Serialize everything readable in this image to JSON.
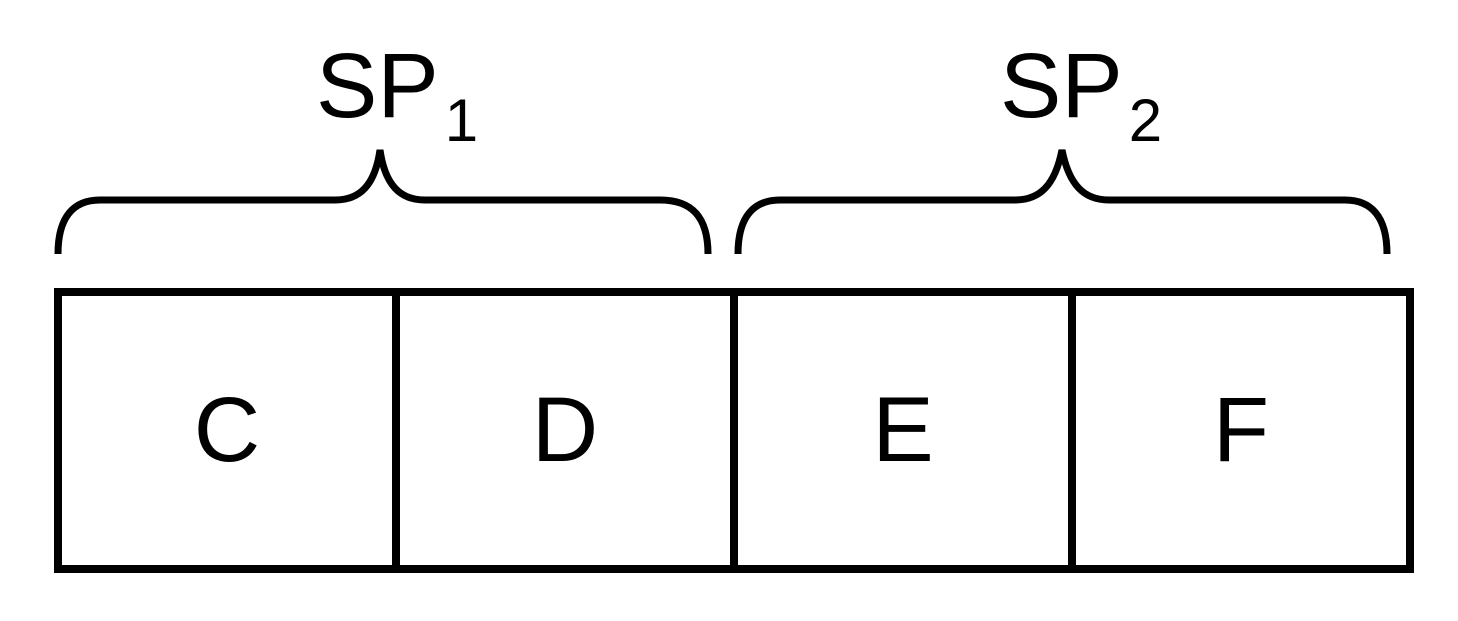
{
  "groups": [
    {
      "label": "SP",
      "subscript": "1",
      "covers": [
        "C",
        "D"
      ]
    },
    {
      "label": "SP",
      "subscript": "2",
      "covers": [
        "E",
        "F"
      ]
    }
  ],
  "cells": [
    {
      "label": "C"
    },
    {
      "label": "D"
    },
    {
      "label": "E"
    },
    {
      "label": "F"
    }
  ]
}
